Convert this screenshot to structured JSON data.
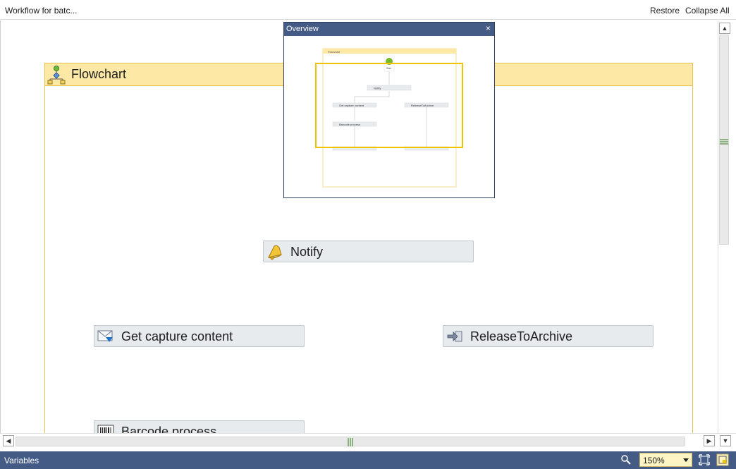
{
  "window": {
    "title": "Workflow for batc...",
    "restore_label": "Restore",
    "collapse_all_label": "Collapse All"
  },
  "flowchart": {
    "title": "Flowchart"
  },
  "activities": {
    "notify": "Notify",
    "get_capture": "Get capture content",
    "release": "ReleaseToArchive",
    "barcode": "Barcode process"
  },
  "overview": {
    "title": "Overview",
    "close_glyph": "×",
    "mini": {
      "flowchart": "Flowchart",
      "start": "Start",
      "notify": "Notify",
      "get_capture": "Get capture content",
      "release": "ReleaseToArchive",
      "barcode": "Barcode process"
    }
  },
  "statusbar": {
    "variables_label": "Variables",
    "zoom_value": "150%"
  },
  "colors": {
    "statusbar_bg": "#435b85",
    "flowchart_header": "#fde9a5",
    "flowchart_border": "#e8c34a",
    "activity_bg": "#e8ebee",
    "connector": "#c8c8c8",
    "viewport_rect": "#f0c400"
  },
  "icons": {
    "flowchart": "flowchart-icon",
    "notify": "bell-icon",
    "get_capture": "envelope-download-icon",
    "release": "archive-arrow-icon",
    "barcode": "barcode-icon",
    "zoom": "magnifier-icon",
    "fit": "fit-screen-icon",
    "overview": "overview-toggle-icon"
  }
}
